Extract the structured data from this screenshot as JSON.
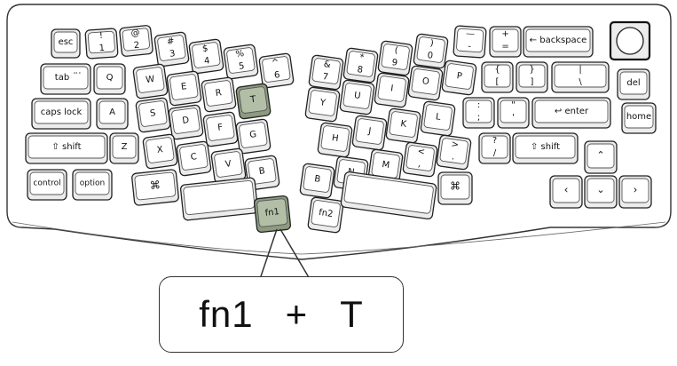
{
  "keyboard": {
    "left": {
      "row1": [
        "esc",
        "!",
        "1",
        "@",
        "2",
        "#",
        "3",
        "$",
        "4",
        "%",
        "5",
        "^",
        "6"
      ],
      "row2": [
        "tab",
        "Q",
        "W",
        "E",
        "R",
        "T"
      ],
      "row3": [
        "caps lock",
        "A",
        "S",
        "D",
        "F",
        "G"
      ],
      "row4": [
        "⇧ shift",
        "Z",
        "X",
        "C",
        "V",
        "B"
      ],
      "row5": [
        "control",
        "option",
        "⌘",
        "fn1"
      ]
    },
    "right": {
      "row1": [
        "&",
        "7",
        "*",
        "8",
        "(",
        "9",
        ")",
        "0",
        "—",
        "-",
        "+",
        "=",
        "← backspace"
      ],
      "row2": [
        "Y",
        "U",
        "I",
        "O",
        "P",
        "{",
        "[",
        "}",
        "]",
        "|",
        "\\"
      ],
      "row3": [
        "H",
        "J",
        "K",
        "L",
        ":",
        ";",
        "\"",
        "'",
        "↩ enter"
      ],
      "row4": [
        "B",
        "N",
        "M",
        "<",
        ",",
        ">",
        ".",
        "?",
        "/",
        "⇧ shift"
      ],
      "row5": [
        "fn2",
        "⌘"
      ]
    },
    "nav": [
      "del",
      "home",
      "⌃",
      "‹",
      "⌄",
      "›"
    ],
    "tab_marks": "⠒⠂"
  },
  "shortcut": {
    "key1": "fn1",
    "plus": "+",
    "key2": "T"
  },
  "colors": {
    "highlight": "#8c9a80",
    "highlight_inner": "#b3bea7",
    "key_fill": "#ececec",
    "outline": "#222222"
  }
}
